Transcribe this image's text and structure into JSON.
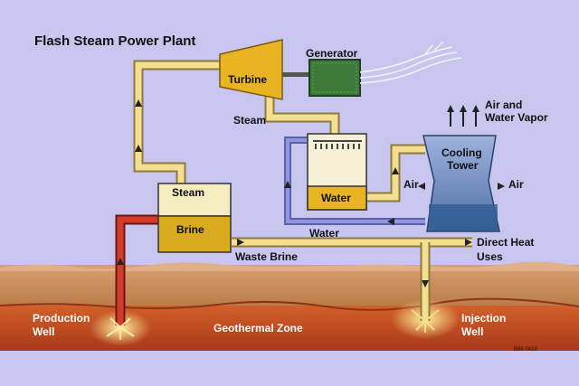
{
  "title": "Flash Steam Power Plant",
  "labels": {
    "generator": "Generator",
    "turbine": "Turbine",
    "steam_pipe": "Steam",
    "steam_separator": "Steam",
    "brine": "Brine",
    "water_condenser": "Water",
    "water_return": "Water",
    "waste_brine": "Waste Brine",
    "cooling_tower_line1": "Cooling",
    "cooling_tower_line2": "Tower",
    "air_left": "Air",
    "air_right": "Air",
    "air_vapor_line1": "Air and",
    "air_vapor_line2": "Water Vapor",
    "direct_heat_line1": "Direct Heat",
    "direct_heat_line2": "Uses",
    "production_well_line1": "Production",
    "production_well_line2": "Well",
    "geothermal_zone": "Geothermal Zone",
    "injection_well_line1": "Injection",
    "injection_well_line2": "Well",
    "figure_code": "B96 0418"
  },
  "colors": {
    "background": "#c8c6ee",
    "pipe_steam": "#f2df92",
    "pipe_hot_brine": "#c8362a",
    "pipe_water": "#7f86d0",
    "turbine": "#e8b422",
    "generator": "#3d7a3a",
    "brine": "#d9aa1e",
    "cooling_tower": "#5b7fb4",
    "soil": "#c98c5a",
    "geothermal_zone": "#c24a1f"
  }
}
